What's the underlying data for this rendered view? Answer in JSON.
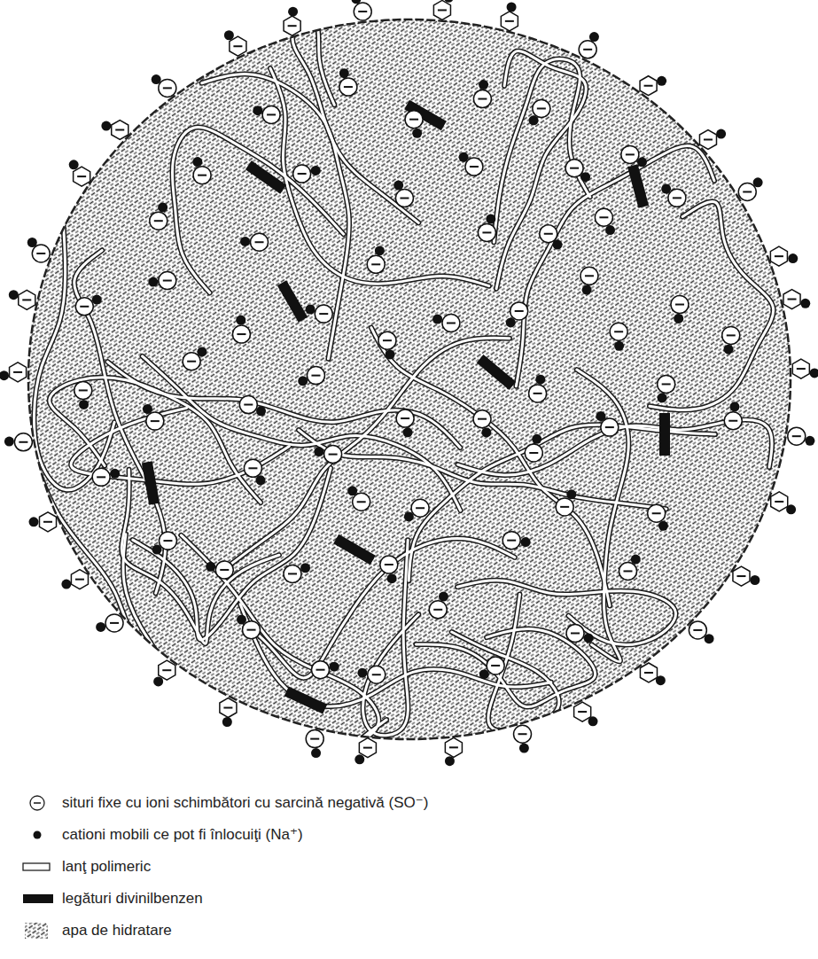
{
  "diagram": {
    "legend": [
      {
        "text": "situri fixe cu ioni schimbători cu sarcină negativă (SO⁻)"
      },
      {
        "text": "cationi mobili ce pot fi înlocuiţi (Na⁺)"
      },
      {
        "text": "lanţ polimeric"
      },
      {
        "text": "legături divinilbenzen"
      },
      {
        "text": "apa de hidratare"
      }
    ]
  }
}
